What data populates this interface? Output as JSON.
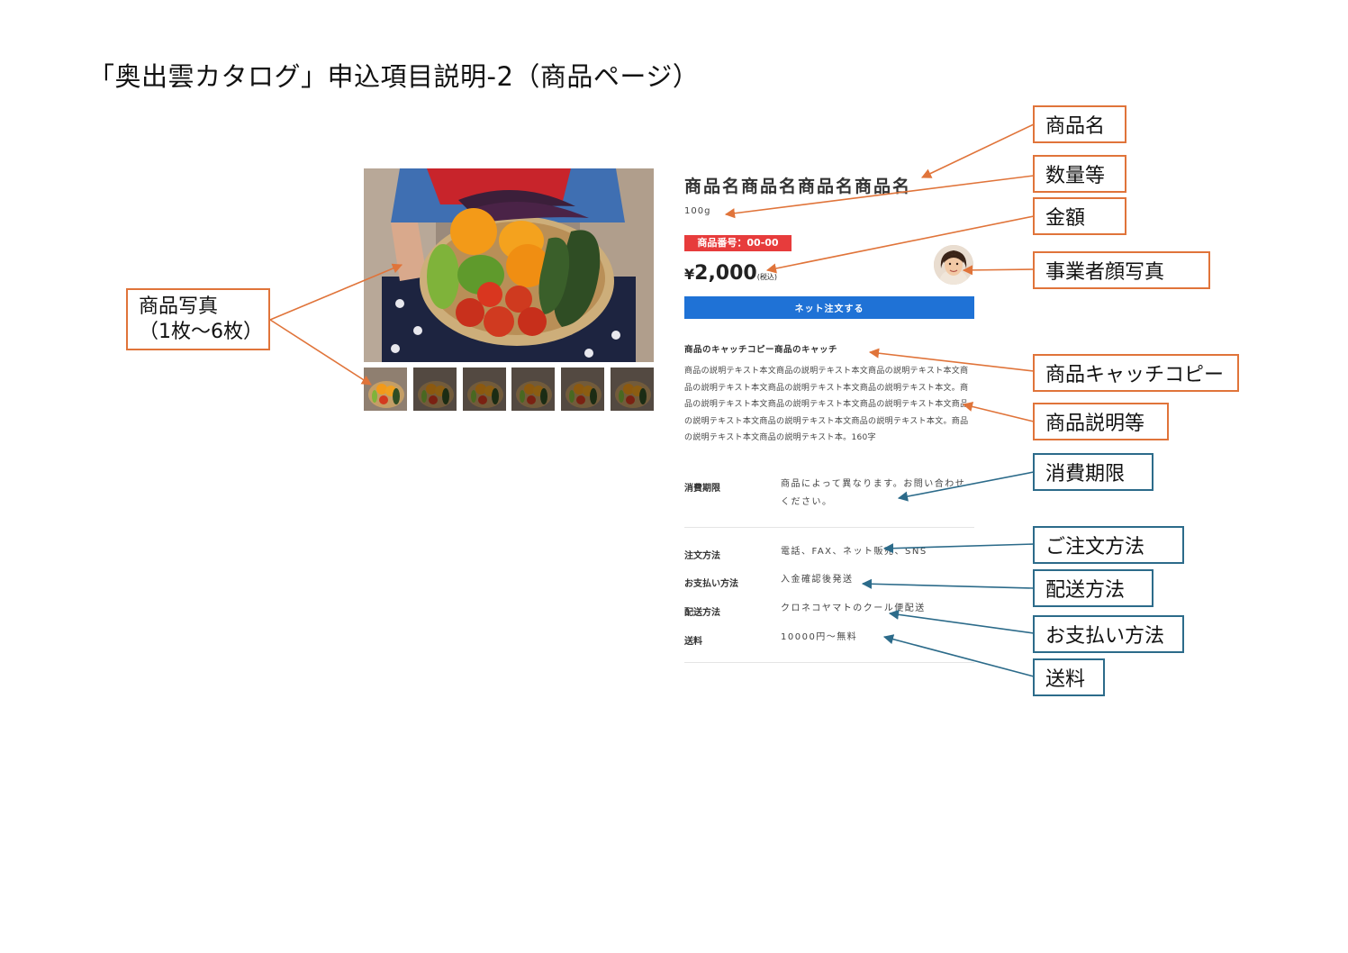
{
  "page_title": "「奥出雲カタログ」申込項目説明-2（商品ページ）",
  "product": {
    "name": "商品名商品名商品名商品名",
    "quantity": "100g",
    "number": "商品番号：00-00",
    "price_yen": "¥",
    "price_value": "2,000",
    "price_tax": "(税込)",
    "order_button": "ネット注文する",
    "catch_copy": "商品のキャッチコピー商品のキャッチ",
    "description": "商品の説明テキスト本文商品の説明テキスト本文商品の説明テキスト本文商品の説明テキスト本文商品の説明テキスト本文商品の説明テキスト本文。商品の説明テキスト本文商品の説明テキスト本文商品の説明テキスト本文商品の説明テキスト本文商品の説明テキスト本文商品の説明テキスト本文。商品の説明テキスト本文商品の説明テキスト本。160字"
  },
  "specs": {
    "expiry_label": "消費期限",
    "expiry_value": "商品によって異なります。お問い合わせください。",
    "order_method_label": "注文方法",
    "order_method_value": "電話、FAX、ネット販売、SNS",
    "payment_label": "お支払い方法",
    "payment_value": "入金確認後発送",
    "delivery_label": "配送方法",
    "delivery_value": "クロネコヤマトのクール便配送",
    "shipping_label": "送料",
    "shipping_value": "10000円～無料"
  },
  "annotations": {
    "photo_line1": "商品写真",
    "photo_line2": "（1枚～6枚）",
    "name": "商品名",
    "quantity": "数量等",
    "price": "金額",
    "seller_photo": "事業者顔写真",
    "catch_copy": "商品キャッチコピー",
    "description": "商品説明等",
    "expiry": "消費期限",
    "order_method": "ご注文方法",
    "delivery": "配送方法",
    "payment": "お支払い方法",
    "shipping": "送料"
  },
  "colors": {
    "annotation_orange": "#e0743a",
    "annotation_blue": "#2c6b8a",
    "product_number_red": "#e73c3c",
    "order_button_blue": "#1f72d6"
  }
}
